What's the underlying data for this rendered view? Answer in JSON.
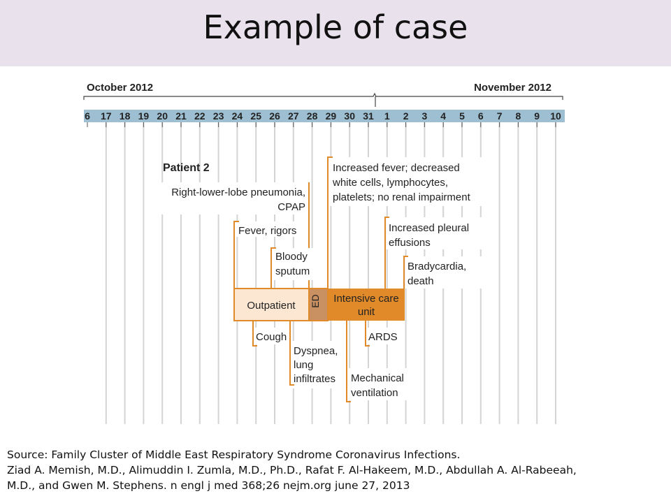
{
  "page": {
    "title": "Example of case"
  },
  "timeline": {
    "month_left": "October 2012",
    "month_right": "November 2012",
    "days": [
      "6",
      "17",
      "18",
      "19",
      "20",
      "21",
      "22",
      "23",
      "24",
      "25",
      "26",
      "27",
      "28",
      "29",
      "30",
      "31",
      "1",
      "2",
      "3",
      "4",
      "5",
      "6",
      "7",
      "8",
      "9",
      "10"
    ],
    "patient_label": "Patient 2",
    "events_above": {
      "pneumonia": [
        "Right-lower-lobe pneumonia,",
        "CPAP"
      ],
      "fever": [
        "Fever, rigors"
      ],
      "sputum": [
        "Bloody",
        "sputum"
      ],
      "increased_fever": [
        "Increased fever; decreased",
        "white cells, lymphocytes,",
        "platelets; no renal impairment"
      ],
      "pleural": [
        "Increased pleural",
        "effusions"
      ],
      "bradycardia": [
        "Bradycardia,",
        "death"
      ]
    },
    "events_below": {
      "cough": [
        "Cough"
      ],
      "dyspnea": [
        "Dyspnea,",
        "lung",
        "infiltrates"
      ],
      "ards": [
        "ARDS"
      ],
      "ventilation": [
        "Mechanical",
        "ventilation"
      ]
    },
    "phases": {
      "outpatient": "Outpatient",
      "ed": "ED",
      "icu": [
        "Intensive care",
        "unit"
      ]
    },
    "colors": {
      "axis_bar": "#9dbfd1",
      "accent": "#e08a2a",
      "outpatient_fill": "#fbe7d2",
      "ed_fill": "#c99062",
      "gridline": "#d4d4d4"
    }
  },
  "source": {
    "line1": "Source: Family Cluster of Middle East Respiratory Syndrome Coronavirus Infections.",
    "line2": "Ziad A. Memish, M.D., Alimuddin I. Zumla, M.D., Ph.D., Rafat F. Al-Hakeem, M.D., Abdullah A. Al-Rabeeah,",
    "line3": "M.D., and Gwen M. Stephens. n engl j med 368;26 nejm.org june 27, 2013"
  }
}
